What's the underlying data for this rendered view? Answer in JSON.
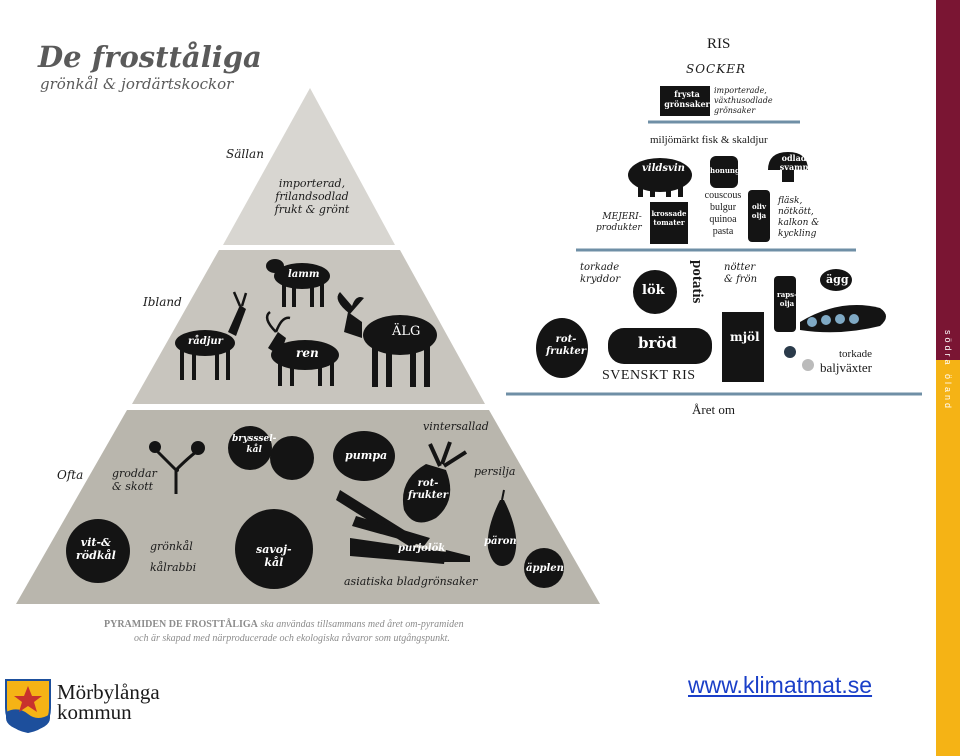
{
  "header": {
    "title": "De frosttåliga",
    "subtitle": "grönkål & jordärtskockor"
  },
  "frequency": {
    "sallan": "Sällan",
    "ibland": "Ibland",
    "ofta": "Ofta"
  },
  "tier_top": {
    "line1": "importerad,",
    "line2": "frilandsodlad",
    "line3": "frukt & grönt"
  },
  "tier_mid": {
    "lamm": "lamm",
    "radjur": "rådjur",
    "ren": "ren",
    "alg": "ÄLG"
  },
  "tier_bot": {
    "vintersallad": "vintersallad",
    "persilja": "persilja",
    "groddar1": "groddar",
    "groddar2": "& skott",
    "brysselkal1": "brysssel-",
    "brysselkal2": "kål",
    "pumpa": "pumpa",
    "rotfrukter1": "rot-",
    "rotfrukter2": "frukter",
    "vit1": "vit-&",
    "vit2": "rödkål",
    "gronkal": "grönkål",
    "kalrabbi": "kålrabbi",
    "savoj1": "savoj-",
    "savoj2": "kål",
    "purjolok": "purjolök",
    "paron": "päron",
    "applen": "äpplen",
    "asiatiska": "asiatiska bladgrönsaker"
  },
  "caption": {
    "line1_bold": "PYRAMIDEN DE FROSTTÅLIGA",
    "line1_rest": " ska användas tillsammans med året om-pyramiden",
    "line2": "och är skapad med närproducerade och ekologiska råvaror som utgångspunkt."
  },
  "right_pyramid": {
    "ris": "RIS",
    "socker": "SOCKER",
    "frysta1": "frysta",
    "frysta2": "grönsaker",
    "imp1": "importerade,",
    "imp2": "växthusodlade",
    "imp3": "grönsaker",
    "fisk": "miljömärkt fisk & skaldjur",
    "vildsvin": "vildsvin",
    "honung": "honung",
    "odlad1": "odlad",
    "odlad2": "svamp",
    "couscous1": "couscous",
    "couscous2": "bulgur",
    "couscous3": "quinoa",
    "couscous4": "pasta",
    "olivolja1": "oliv",
    "olivolja2": "olja",
    "mejeri1": "MEJERI-",
    "mejeri2": "produkter",
    "krossade1": "krossade",
    "krossade2": "tomater",
    "flask1": "fläsk,",
    "flask2": "nötkött,",
    "flask3": "kalkon &",
    "flask4": "kyckling",
    "torkade_kryddor1": "torkade",
    "torkade_kryddor2": "kryddor",
    "lok": "lök",
    "potatis": "potatis",
    "notter1": "nötter",
    "notter2": "& frön",
    "rapsolja1": "raps-",
    "rapsolja2": "olja",
    "agg": "ägg",
    "rotfrukter1": "rot-",
    "rotfrukter2": "frukter",
    "brod": "bröd",
    "mjol": "mjöl",
    "svenskt_ris": "SVENSKT RIS",
    "torkade_balj1": "torkade",
    "torkade_balj2": "baljväxter",
    "aret_om": "Året om"
  },
  "footer": {
    "logo_line1": "Mörbylånga",
    "logo_line2": "kommun",
    "link": "www.klimatmat.se"
  },
  "sidebar": {
    "line1": "södra",
    "line2": "öland"
  },
  "colors": {
    "pyramid_top": "#d8d6d1",
    "pyramid_mid": "#c8c5be",
    "pyramid_bot": "#b9b6ad",
    "sidebar_top": "#7a1533",
    "sidebar_bottom": "#f5b315",
    "divider": "#6f8fa6",
    "link": "#1a3fc8"
  }
}
